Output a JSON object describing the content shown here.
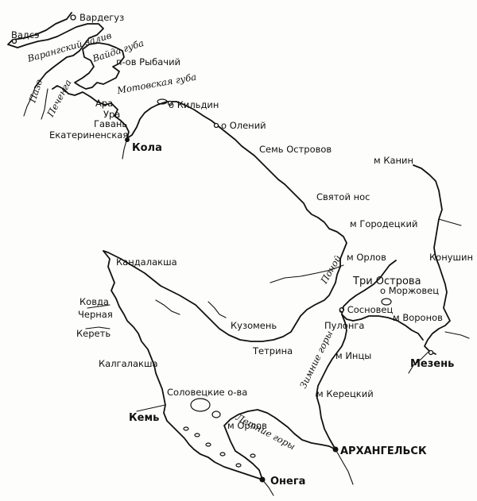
{
  "labels": {
    "vardeguz": "Вардегуз",
    "vadse": "Вадсэ",
    "varangersky_zaliv": "Варангский залив",
    "vayda_guba": "Вайда губа",
    "rybachy": "п-ов Рыбачий",
    "pazo": "Пазо",
    "pechenga": "Печенга",
    "motovskaya_guba": "Мотовская губа",
    "kildin": "о Кильдин",
    "ara": "Ара",
    "ura": "Ура",
    "gavan": "Гавань",
    "ekaterinenskaya": "Екатериненская",
    "kola": "Кола",
    "oleny": "о Олений",
    "sem_ostrovov": "Семь Островов",
    "kanin": "м Канин",
    "svyatoy_nos": "Святой нос",
    "gorodetsky": "м Городецкий",
    "orlov_east": "м Орлов",
    "konushin": "Конушин",
    "ponoy": "Поной",
    "tri_ostrova": "Три Острова",
    "morzhovets": "о Моржовец",
    "kandalaksha": "Кандалакша",
    "kovda": "Ковда",
    "chernaya": "Черная",
    "keret": "Кереть",
    "kuzomen": "Кузомень",
    "sosnovets": "о Сосновец",
    "voronov": "м Воронов",
    "pulonga": "Пулонга",
    "tetrina": "Тетрина",
    "mezen": "Мезень",
    "intsy": "м Инцы",
    "zimnie_gory": "Зимние горы",
    "kalgalaksha": "Калгалакша",
    "keretsky": "м Керецкий",
    "solovetskie": "Соловецкие о-ва",
    "kem": "Кемь",
    "letnie_gory": "Летние горы",
    "orlov_west": "м Орлов",
    "arkhangelsk": "Архангельск",
    "onega": "Онега"
  }
}
